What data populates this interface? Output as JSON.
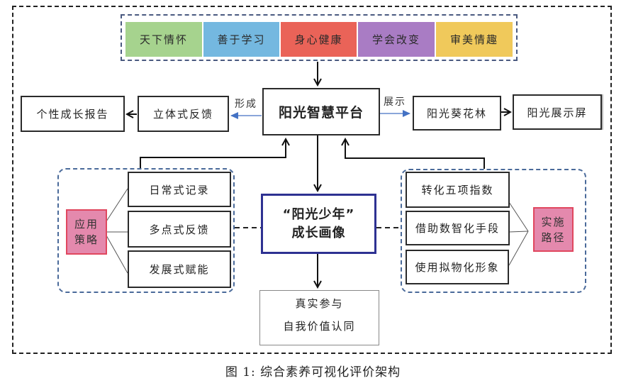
{
  "dimensions": {
    "items": [
      {
        "label": "天下情怀",
        "color": "#a6d38e"
      },
      {
        "label": "善于学习",
        "color": "#74b8e0"
      },
      {
        "label": "身心健康",
        "color": "#ea6358"
      },
      {
        "label": "学会改变",
        "color": "#a97cc4"
      },
      {
        "label": "审美情趣",
        "color": "#f0c95b"
      }
    ]
  },
  "platform": {
    "label": "阳光智慧平台"
  },
  "left_flow": {
    "edge_label": "形成",
    "feedback": "立体式反馈",
    "report": "个性成长报告"
  },
  "right_flow": {
    "edge_label": "展示",
    "forest": "阳光葵花林",
    "screen": "阳光展示屏"
  },
  "strategies": {
    "title_line1": "应用",
    "title_line2": "策略",
    "items": [
      "日常式记录",
      "多点式反馈",
      "发展式赋能"
    ]
  },
  "paths": {
    "title_line1": "实施",
    "title_line2": "路径",
    "items": [
      "转化五项指数",
      "借助数智化手段",
      "使用拟物化形象"
    ]
  },
  "portrait": {
    "line1": "“阳光少年”",
    "line2": "成长画像"
  },
  "outcome": {
    "line1": "真实参与",
    "line2": "自我价值认同"
  },
  "caption": "图 1: 综合素养可视化评价架构",
  "colors": {
    "accent_blue": "#4472c4",
    "central_border": "#2e3192",
    "pink_fill": "#e489ad",
    "pink_border": "#e0475f"
  }
}
